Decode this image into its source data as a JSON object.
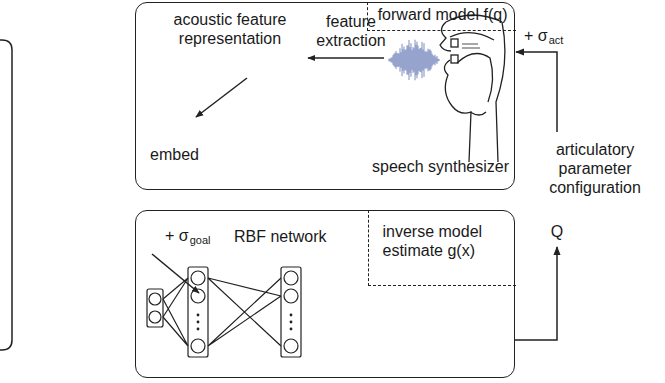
{
  "diagram": {
    "nodes": [
      {
        "text": [
          "forward model f(q)"
        ]
      },
      {
        "text": [
          "RBF network",
          "inverse model estimate g(x)"
        ]
      }
    ],
    "edges": [
      {
        "from": 1,
        "to": 0,
        "arrow": "to",
        "label": "articulatory parameter configuration"
      }
    ],
    "labels": [
      "acoustic feature representation",
      "feature extraction",
      "speech synthesizer",
      "embed",
      "+ σ",
      "act",
      "+ σ",
      "goal",
      "Q"
    ]
  }
}
